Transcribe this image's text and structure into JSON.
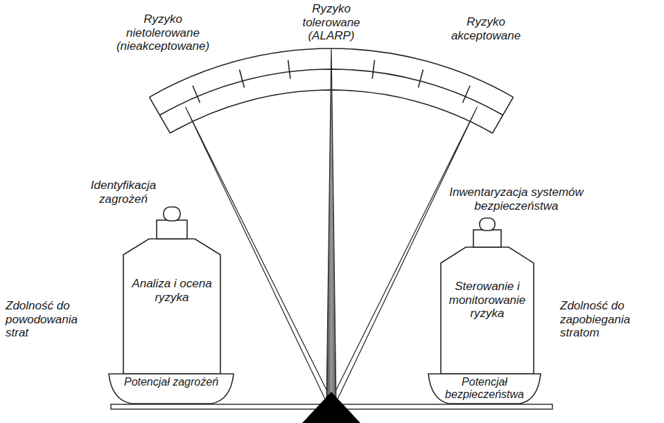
{
  "diagram": {
    "nodes": [
      {
        "text": [
          "Identyfikacja zagrożeń",
          "Analiza i ocena ryzyka"
        ]
      },
      {
        "text": [
          "Potencjał zagrożeń"
        ]
      },
      {
        "text": [
          "Inwentaryzacja systemów bezpieczeństwa",
          "Sterowanie i monitorowanie ryzyka"
        ]
      },
      {
        "text": [
          "Potencjał bezpieczeństwa"
        ]
      }
    ],
    "labels": [
      "Ryzyko nietolerowane (nieakceptowane)",
      "Ryzyko tolerowane (ALARP)",
      "Ryzyko akceptowane",
      "Zdolność do powodowania strat",
      "Zdolność do zapobiegania stratom"
    ]
  }
}
